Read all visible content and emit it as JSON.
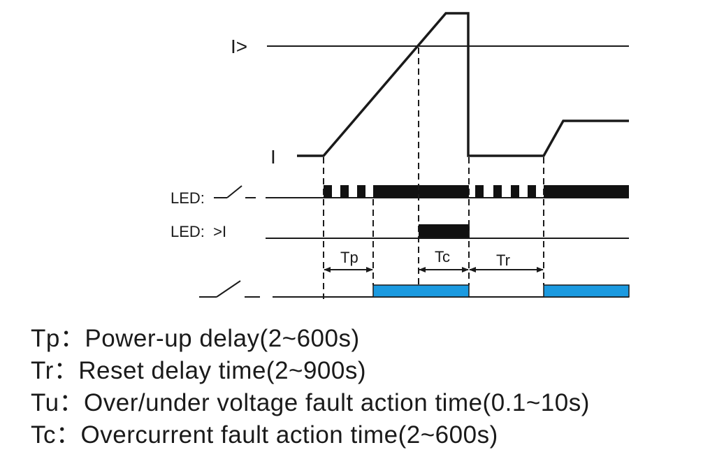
{
  "diagram": {
    "labels": {
      "threshold": "I>",
      "current": "I",
      "led1_prefix": "LED:",
      "led2": "LED:  >I"
    },
    "intervals": {
      "tp": "Tp",
      "tc": "Tc",
      "tr": "Tr"
    },
    "colors": {
      "line": "#1a1a1a",
      "relay_on": "#1b9ae0"
    }
  },
  "legend": [
    "Tp：Power-up delay(2~600s)",
    "Tr：Reset delay time(2~900s)",
    "Tu：Over/under voltage fault action time(0.1~10s)",
    "Tc：Overcurrent  fault action time(2~600s)"
  ]
}
